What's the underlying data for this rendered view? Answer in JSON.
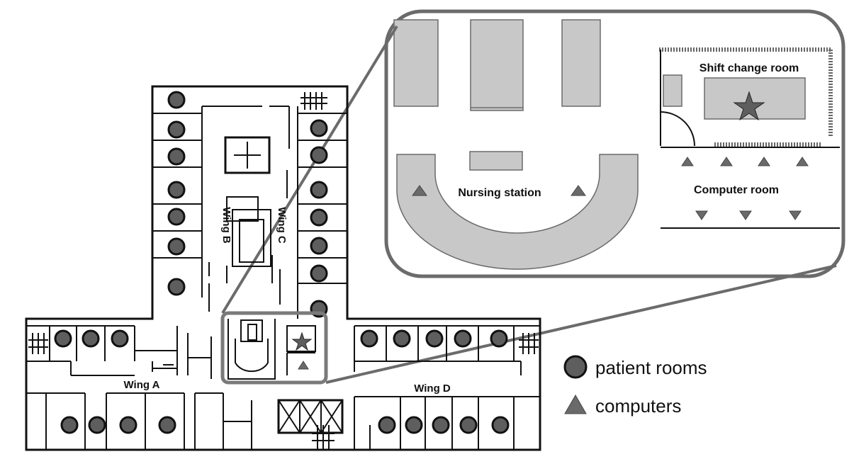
{
  "wings": {
    "a": "Wing A",
    "b": "Wing B",
    "c": "Wing C",
    "d": "Wing D"
  },
  "inset": {
    "nursing_station": "Nursing station",
    "shift_change_room": "Shift change room",
    "computer_room": "Computer room"
  },
  "legend": {
    "patient_rooms": "patient rooms",
    "computers": "computers"
  },
  "colors": {
    "marker": "#5e5e5e",
    "highlight": "#7a7a7a",
    "room_fill": "#c8c8c8"
  }
}
